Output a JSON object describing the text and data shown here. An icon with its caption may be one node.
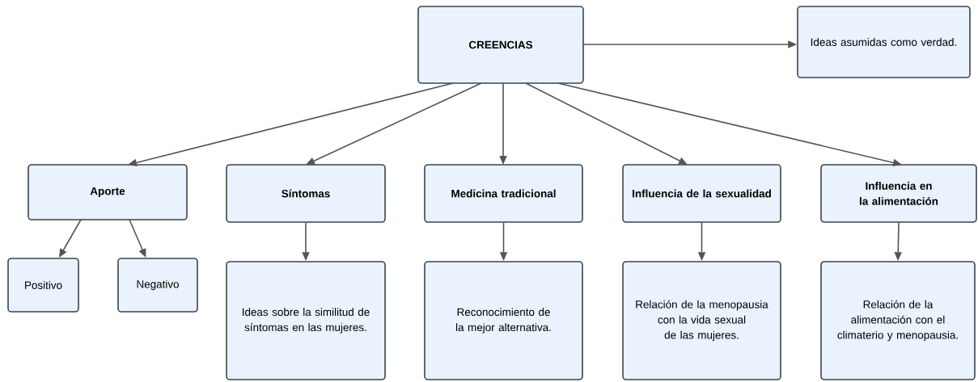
{
  "diagram": {
    "nodes": [
      {
        "text": [
          "CREENCIAS"
        ]
      },
      {
        "text": [
          "Ideas asumidas como verdad."
        ]
      },
      {
        "text": [
          "Aporte"
        ]
      },
      {
        "text": [
          "Síntomas"
        ]
      },
      {
        "text": [
          "Medicina tradicional"
        ]
      },
      {
        "text": [
          "Influencia de la sexualidad"
        ]
      },
      {
        "text": [
          "Influencia en la alimentación"
        ]
      },
      {
        "text": [
          "Positivo"
        ]
      },
      {
        "text": [
          "Negativo"
        ]
      },
      {
        "text": [
          "Ideas sobre la similitud de síntomas en las mujeres."
        ]
      },
      {
        "text": [
          "Reconocimiento de la mejor alternativa."
        ]
      },
      {
        "text": [
          "Relación de la menopausia con la vida sexual de las mujeres."
        ]
      },
      {
        "text": [
          "Relación de la alimentación con el climaterio y menopausia."
        ]
      }
    ],
    "edges": [
      {
        "from": 0,
        "to": 1,
        "arrow": "to"
      },
      {
        "from": 0,
        "to": 2,
        "arrow": "to"
      },
      {
        "from": 0,
        "to": 3,
        "arrow": "to"
      },
      {
        "from": 0,
        "to": 4,
        "arrow": "to"
      },
      {
        "from": 0,
        "to": 5,
        "arrow": "to"
      },
      {
        "from": 0,
        "to": 6,
        "arrow": "to"
      },
      {
        "from": 2,
        "to": 7,
        "arrow": "to"
      },
      {
        "from": 2,
        "to": 8,
        "arrow": "to"
      },
      {
        "from": 3,
        "to": 9,
        "arrow": "to"
      },
      {
        "from": 4,
        "to": 10,
        "arrow": "to"
      },
      {
        "from": 5,
        "to": 11,
        "arrow": "to"
      },
      {
        "from": 6,
        "to": 12,
        "arrow": "to"
      }
    ]
  }
}
